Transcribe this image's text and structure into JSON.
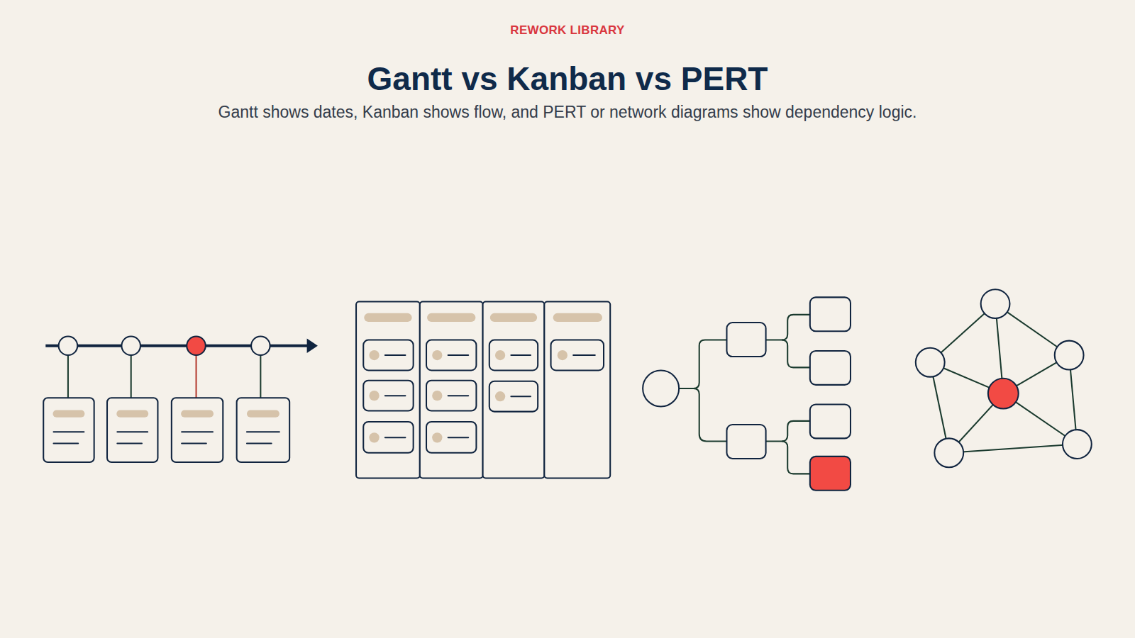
{
  "diagram": {
    "title": "Gantt vs Kanban vs PERT",
    "caption": "Gantt shows dates, Kanban shows flow, and PERT or network diagrams show dependency logic.",
    "labels": [
      "REWORK LIBRARY"
    ]
  }
}
